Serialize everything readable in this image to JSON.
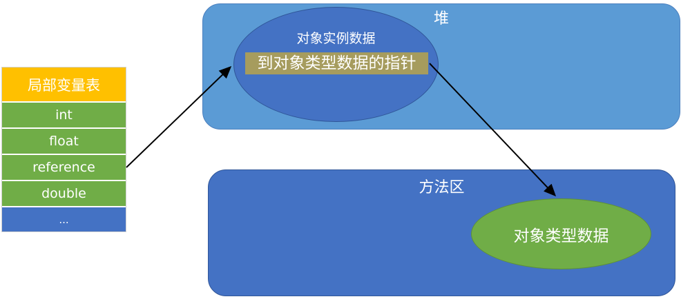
{
  "diagram": {
    "local_variable_table": {
      "header": "局部变量表",
      "rows": [
        {
          "label": "int"
        },
        {
          "label": "float"
        },
        {
          "label": "reference"
        },
        {
          "label": "double"
        },
        {
          "label": "..."
        }
      ]
    },
    "heap": {
      "title": "堆",
      "instance_ellipse_label": "对象实例数据",
      "pointer_box_label": "到对象类型数据的指针"
    },
    "method_area": {
      "title": "方法区",
      "type_ellipse_label": "对象类型数据"
    },
    "arrows": [
      {
        "name": "reference-to-instance",
        "from": "reference row",
        "to": "object instance ellipse"
      },
      {
        "name": "pointer-to-type-data",
        "from": "pointer box",
        "to": "object type data ellipse"
      }
    ],
    "colors": {
      "heap_fill": "#5B9BD5",
      "method_area_fill": "#4472C4",
      "instance_ellipse_fill": "#4472C4",
      "type_ellipse_fill": "#70AD47",
      "table_header_fill": "#FFC000",
      "table_row_fill": "#70AD47",
      "table_last_row_fill": "#4472C4",
      "pointer_box_fill": "#A69C5E",
      "text": "#FFFFFF",
      "arrow": "#000000"
    }
  }
}
